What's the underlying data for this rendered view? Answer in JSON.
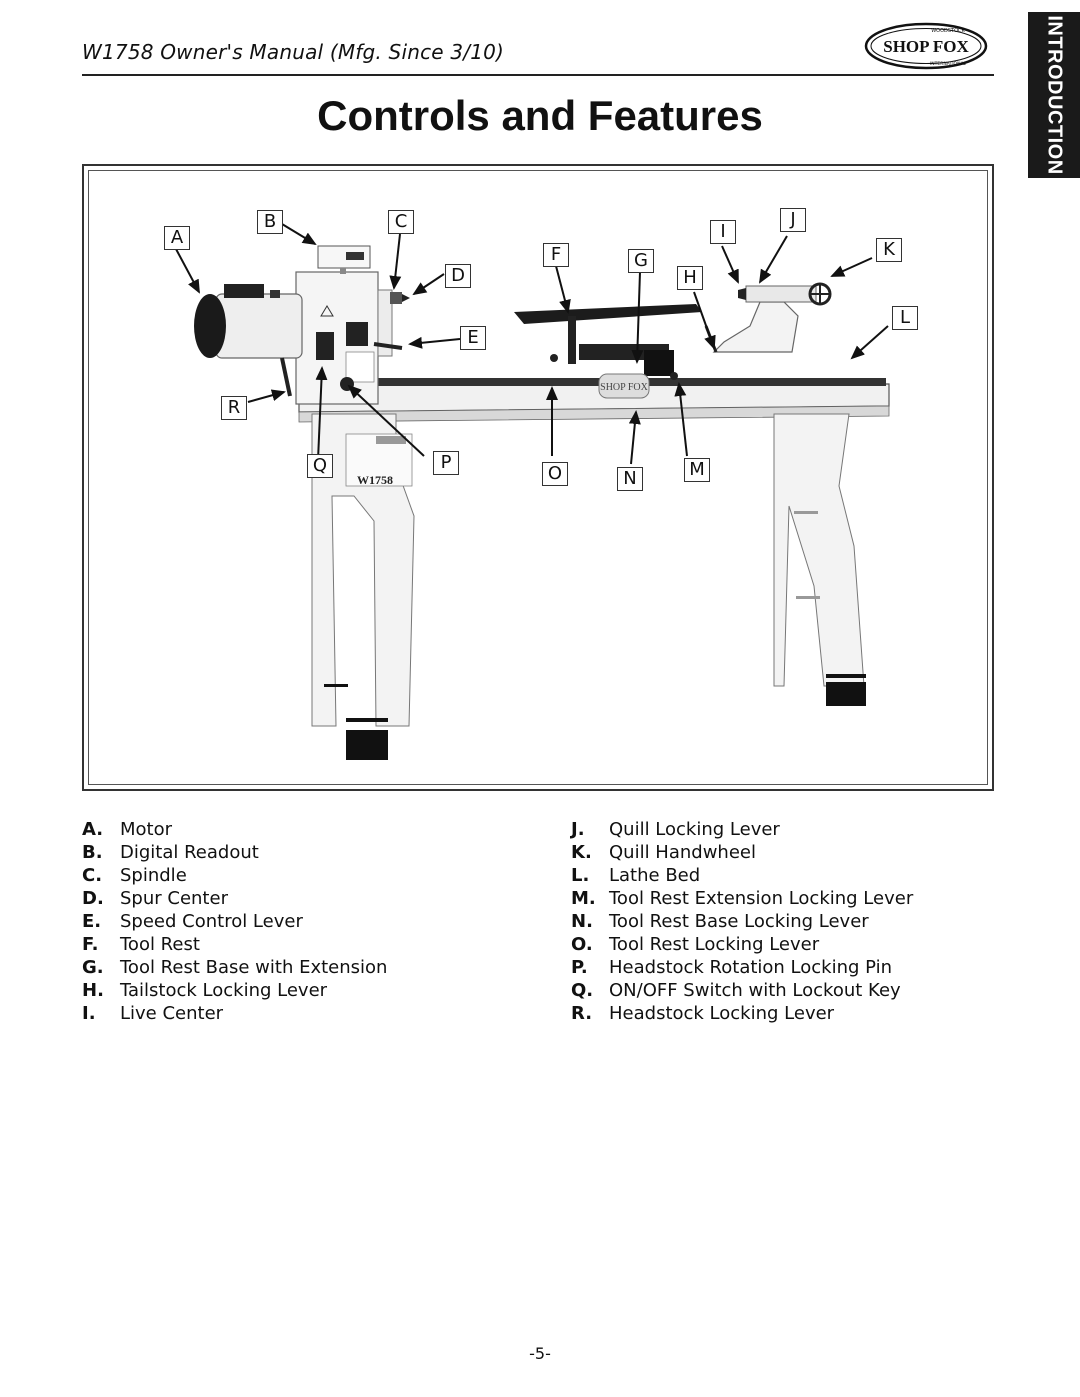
{
  "header": {
    "title": "W1758 Owner's Manual (Mfg. Since 3/10)",
    "logo": {
      "brand": "SHOP FOX",
      "arc_top": "WOODSTOCK",
      "arc_bottom": "INTERNATIONAL"
    }
  },
  "side_tab": {
    "label": "INTRODUCTION"
  },
  "page_title": "Controls and Features",
  "figure": {
    "callouts": [
      "A",
      "B",
      "C",
      "D",
      "E",
      "F",
      "G",
      "H",
      "I",
      "J",
      "K",
      "L",
      "M",
      "N",
      "O",
      "P",
      "Q",
      "R"
    ],
    "machine_text": {
      "model": "W1758",
      "brand_badge": "SHOP FOX"
    }
  },
  "legend": {
    "left": [
      {
        "letter": "A.",
        "label": "Motor"
      },
      {
        "letter": "B.",
        "label": "Digital Readout"
      },
      {
        "letter": "C.",
        "label": "Spindle"
      },
      {
        "letter": "D.",
        "label": "Spur Center"
      },
      {
        "letter": "E.",
        "label": "Speed Control Lever"
      },
      {
        "letter": "F.",
        "label": "Tool Rest"
      },
      {
        "letter": "G.",
        "label": "Tool Rest Base with Extension"
      },
      {
        "letter": "H.",
        "label": "Tailstock Locking Lever"
      },
      {
        "letter": "I.",
        "label": "Live Center"
      }
    ],
    "right": [
      {
        "letter": "J.",
        "label": "Quill Locking Lever"
      },
      {
        "letter": "K.",
        "label": "Quill Handwheel"
      },
      {
        "letter": "L.",
        "label": "Lathe Bed"
      },
      {
        "letter": "M.",
        "label": "Tool Rest Extension Locking Lever"
      },
      {
        "letter": "N.",
        "label": "Tool Rest Base Locking Lever"
      },
      {
        "letter": "O.",
        "label": "Tool Rest Locking Lever"
      },
      {
        "letter": "P.",
        "label": "Headstock Rotation Locking Pin"
      },
      {
        "letter": "Q.",
        "label": "ON/OFF Switch with Lockout Key"
      },
      {
        "letter": "R.",
        "label": "Headstock Locking Lever"
      }
    ]
  },
  "page_number": "-5-"
}
